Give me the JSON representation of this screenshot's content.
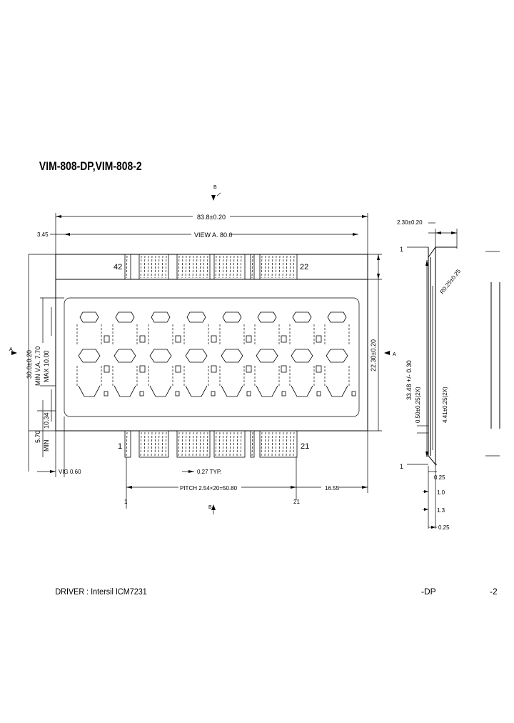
{
  "title": "VIM-808-DP,VIM-808-2",
  "labels": {
    "top_marker": "B",
    "bottom_marker": "B",
    "left_marker": "A",
    "right_marker": "A",
    "overall_width": "83.8±0.20",
    "va_width": "VIEW A. 80.0",
    "left_offset": "3.45",
    "pin_42": "42",
    "pin_22": "22",
    "pin_1": "1",
    "pin_21": "21",
    "overall_height": "30.0±0.20",
    "va_height_min": "MIN V.A. 7.70",
    "max_height": "MAX 10.00",
    "left_dim_1": "10.34",
    "left_dim_2": "5.70",
    "left_dim_3": "MIN",
    "right_height": "22.30±0.20",
    "bottom_left": "VIG 0.60",
    "pin_width": "0.27 TYP.",
    "pitch": "PITCH 2.54×20=50.80",
    "right_offset": "16.55",
    "tick_1": "1",
    "tick_21": "21",
    "side_top": "2.30±0.20",
    "side_angle": "R0.25±0.25",
    "side_h1": "33.48 +/- 0.30",
    "side_h2": "0.50±0.25(2X)",
    "side_h3": "4.41±0.25(2X)",
    "side_b1": "0.25",
    "side_b2": "1.0",
    "side_b3": "1.3",
    "side_b4": "0.25",
    "side_num_top": "1",
    "side_num_bot": "1",
    "driver": "DRIVER : Intersil ICM7231",
    "footer_dp": "-DP",
    "footer_2": "-2"
  }
}
